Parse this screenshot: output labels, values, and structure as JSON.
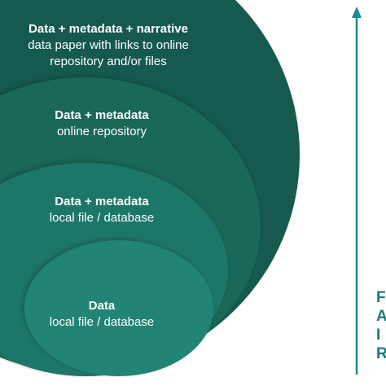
{
  "levels": [
    {
      "title": "Data + metadata + narrative",
      "lines": [
        "data paper with links to online",
        "repository and/or files"
      ]
    },
    {
      "title": "Data + metadata",
      "lines": [
        "online repository"
      ]
    },
    {
      "title": "Data + metadata",
      "lines": [
        "local file / database"
      ]
    },
    {
      "title": "Data",
      "lines": [
        "local file / database"
      ]
    }
  ],
  "side_letters": [
    "F",
    "A",
    "I",
    "R"
  ],
  "colors": {
    "outer": "#16594e",
    "level2": "#196858",
    "level3": "#1d7768",
    "inner": "#218474",
    "arrow": "#1a8a8c"
  }
}
